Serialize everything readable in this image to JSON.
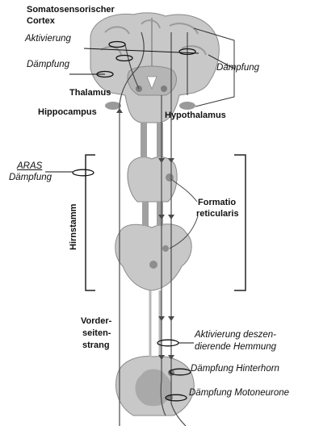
{
  "labels": {
    "cortex_line1": "Somatosensorischer",
    "cortex_line2": "Cortex",
    "aktivierung_top": "Aktivierung",
    "daempfung_left": "Dämpfung",
    "daempfung_right": "Dämpfung",
    "thalamus": "Thalamus",
    "hippocampus": "Hippocampus",
    "hypothalamus": "Hypothalamus",
    "aras": "ARAS",
    "aras_daempfung": "Dämpfung",
    "hirnstamm": "Hirnstamm",
    "formatio_line1": "Formatio",
    "formatio_line2": "reticularis",
    "vorder_line1": "Vorder-",
    "vorder_line2": "seiten-",
    "vorder_line3": "strang",
    "aktiv_deszen_line1": "Aktivierung deszen-",
    "aktiv_deszen_line2": "dierende Hemmung",
    "daempfung_hinterhorn": "Dämpfung Hinterhorn",
    "daempfung_motoneurone": "Dämpfung Motoneurone"
  },
  "colors": {
    "tissue": "#c8c8c8",
    "tissue_dark": "#a9a9a9",
    "nucleus": "#8d8d8d",
    "line": "#4a4a4a"
  }
}
